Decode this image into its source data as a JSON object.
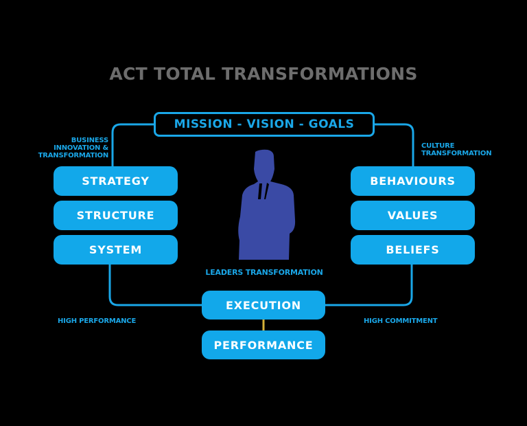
{
  "title": "ACT TOTAL TRANSFORMATIONS",
  "top_box": "MISSION - VISION - GOALS",
  "left": {
    "label_lines": [
      "BUSINESS",
      "INNOVATION &",
      "TRANSFORMATION"
    ],
    "items": [
      "STRATEGY",
      "STRUCTURE",
      "SYSTEM"
    ],
    "bottom_label": "HIGH PERFORMANCE"
  },
  "right": {
    "label_lines": [
      "CULTURE",
      "TRANSFORMATION"
    ],
    "items": [
      "BEHAVIOURS",
      "VALUES",
      "BELIEFS"
    ],
    "bottom_label": "HIGH COMMITMENT"
  },
  "center": {
    "figure_icon": "businessman-silhouette-icon",
    "label": "LEADERS TRANSFORMATION"
  },
  "bottom": {
    "execution": "EXECUTION",
    "performance": "PERFORMANCE"
  },
  "colors": {
    "accent_blue": "#12a8ea",
    "title_gray": "#6d6d6d",
    "figure_navy": "#3a4aa5",
    "connector_gold": "#d4b13a",
    "background": "#000000"
  }
}
